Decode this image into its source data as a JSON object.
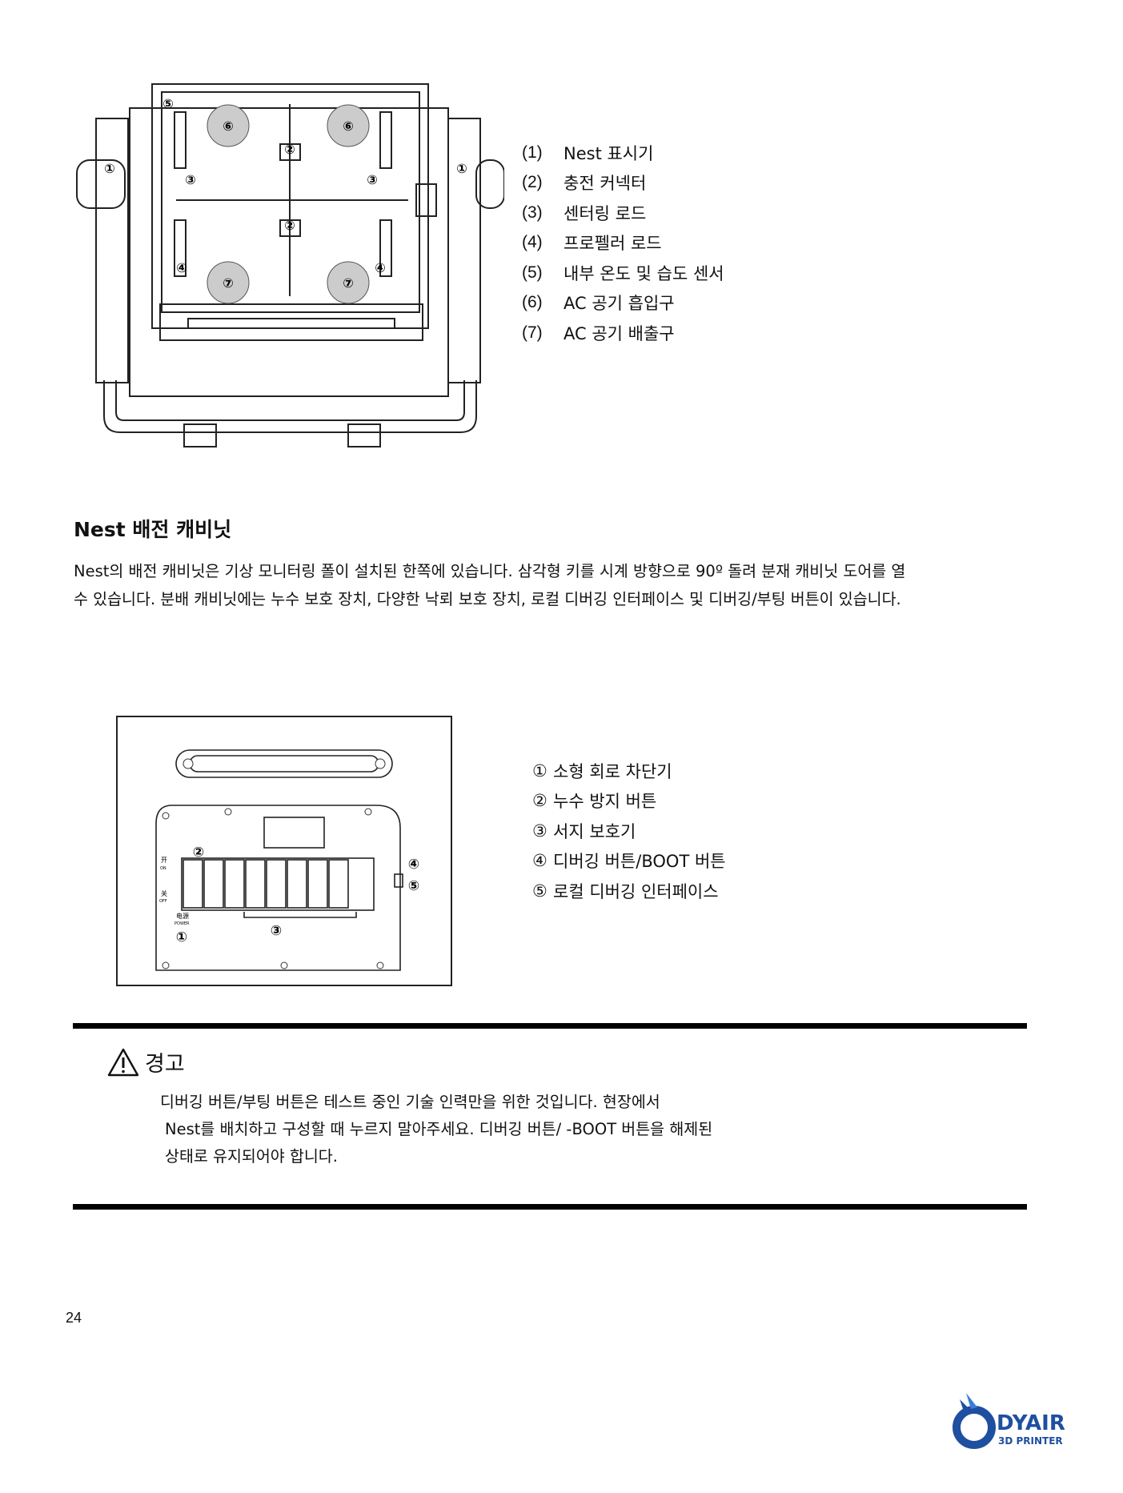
{
  "figure1": {
    "markers": [
      "①",
      "②",
      "③",
      "④",
      "⑤",
      "⑥",
      "⑦"
    ]
  },
  "legend1": [
    {
      "num": "(1)",
      "label": "Nest 표시기"
    },
    {
      "num": "(2)",
      "label": "충전 커넥터"
    },
    {
      "num": "(3)",
      "label": "센터링 로드"
    },
    {
      "num": "(4)",
      "label": "프로펠러 로드"
    },
    {
      "num": "(5)",
      "label": "내부 온도 및 습도 센서"
    },
    {
      "num": "(6)",
      "label": "AC 공기 흡입구"
    },
    {
      "num": "(7)",
      "label": "AC 공기 배출구"
    }
  ],
  "section": {
    "title": "Nest 배전 캐비닛",
    "paragraph": "Nest의 배전 캐비닛은 기상 모니터링 폴이 설치된 한쪽에 있습니다. 삼각형 키를 시계 방향으로 90º 돌려 분재 캐비닛 도어를 열 수 있습니다. 분배 캐비닛에는 누수 보호 장치, 다양한 낙뢰 보호 장치, 로컬 디버깅 인터페이스 및 디버깅/부팅 버튼이 있습니다."
  },
  "figure2": {
    "switch_on": "开",
    "switch_on_en": "ON",
    "switch_off": "关",
    "switch_off_en": "OFF",
    "power_cn": "电源",
    "power_en": "POWER"
  },
  "legend2": [
    {
      "num": "①",
      "label": "소형 회로 차단기"
    },
    {
      "num": "②",
      "label": "누수 방지 버튼"
    },
    {
      "num": "③",
      "label": "서지 보호기"
    },
    {
      "num": "④",
      "label": "디버깅 버튼/BOOT 버튼"
    },
    {
      "num": "⑤",
      "label": "로컬 디버깅 인터페이스"
    }
  ],
  "warning": {
    "title": "경고",
    "line1": "디버깅 버튼/부팅 버튼은 테스트 중인 기술 인력만을 위한 것입니다. 현장에서",
    "line2": "Nest를 배치하고 구성할 때 누르지 말아주세요. 디버깅 버튼/ -BOOT 버튼을 해제된",
    "line3": "상태로 유지되어야 합니다."
  },
  "page_number": "24",
  "logo": {
    "name": "DYAIR",
    "subtitle": "3D PRINTER",
    "color": "#1e4fa0"
  }
}
